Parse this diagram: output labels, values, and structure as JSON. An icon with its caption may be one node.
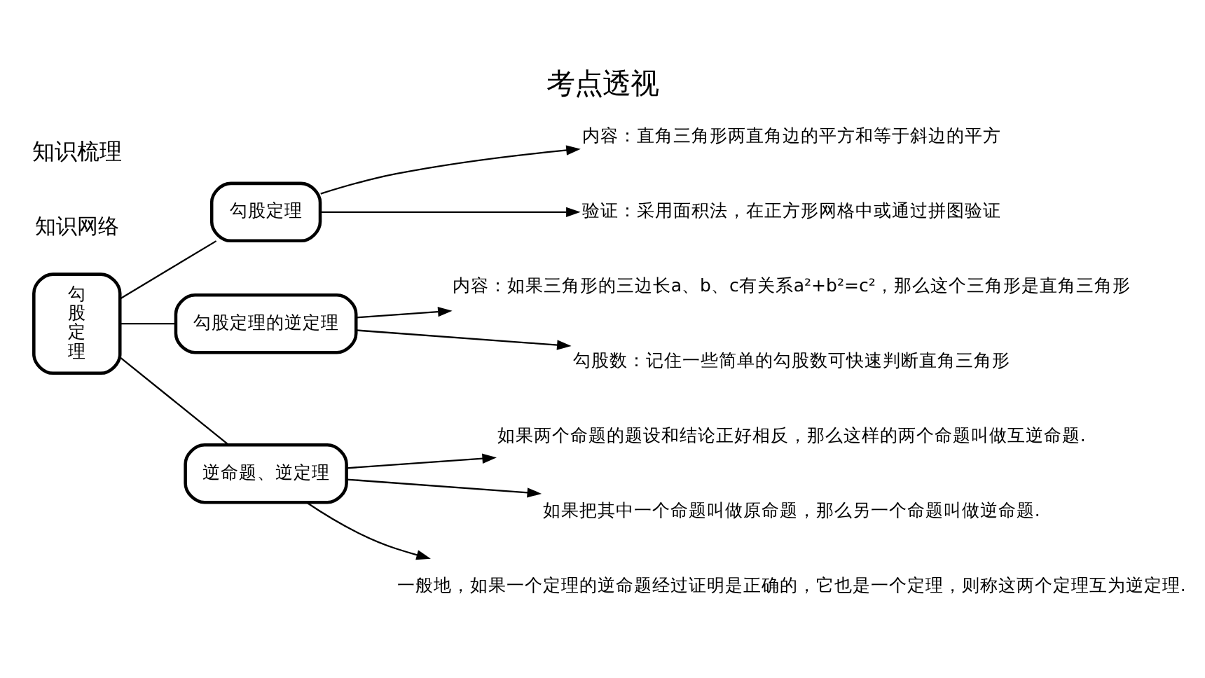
{
  "diagram": {
    "title": "考点透视",
    "nodes": [
      {
        "text": [
          "勾股定理"
        ]
      },
      {
        "text": [
          "勾股定理"
        ]
      },
      {
        "text": [
          "勾股定理的逆定理"
        ]
      },
      {
        "text": [
          "逆命题、逆定理"
        ]
      },
      {
        "text": [
          "内容：直角三角形两直角边的平方和等于斜边的平方"
        ]
      },
      {
        "text": [
          "验证：采用面积法，在正方形网格中或通过拼图验证"
        ]
      },
      {
        "text": [
          "内容：如果三角形的三边长a、b、c有关系a²+b²=c²，那么这个三角形是直角三角形"
        ]
      },
      {
        "text": [
          "勾股数：记住一些简单的勾股数可快速判断直角三角形"
        ]
      },
      {
        "text": [
          "如果两个命题的题设和结论正好相反，那么这样的两个命题叫做互逆命题."
        ]
      },
      {
        "text": [
          "如果把其中一个命题叫做原命题，那么另一个命题叫做逆命题."
        ]
      },
      {
        "text": [
          "一般地，如果一个定理的逆命题经过证明是正确的，它也是一个定理，则称这两个定理互为逆定理."
        ]
      }
    ],
    "edges": [
      {
        "from": 0,
        "to": 1,
        "arrow": "none"
      },
      {
        "from": 0,
        "to": 2,
        "arrow": "none"
      },
      {
        "from": 0,
        "to": 3,
        "arrow": "none"
      },
      {
        "from": 1,
        "to": 4,
        "arrow": "to"
      },
      {
        "from": 1,
        "to": 5,
        "arrow": "to"
      },
      {
        "from": 2,
        "to": 6,
        "arrow": "to"
      },
      {
        "from": 2,
        "to": 7,
        "arrow": "to"
      },
      {
        "from": 3,
        "to": 8,
        "arrow": "to"
      },
      {
        "from": 3,
        "to": 9,
        "arrow": "to"
      },
      {
        "from": 3,
        "to": 10,
        "arrow": "to"
      }
    ],
    "labels": [
      "知识梳理",
      "知识网络"
    ]
  }
}
